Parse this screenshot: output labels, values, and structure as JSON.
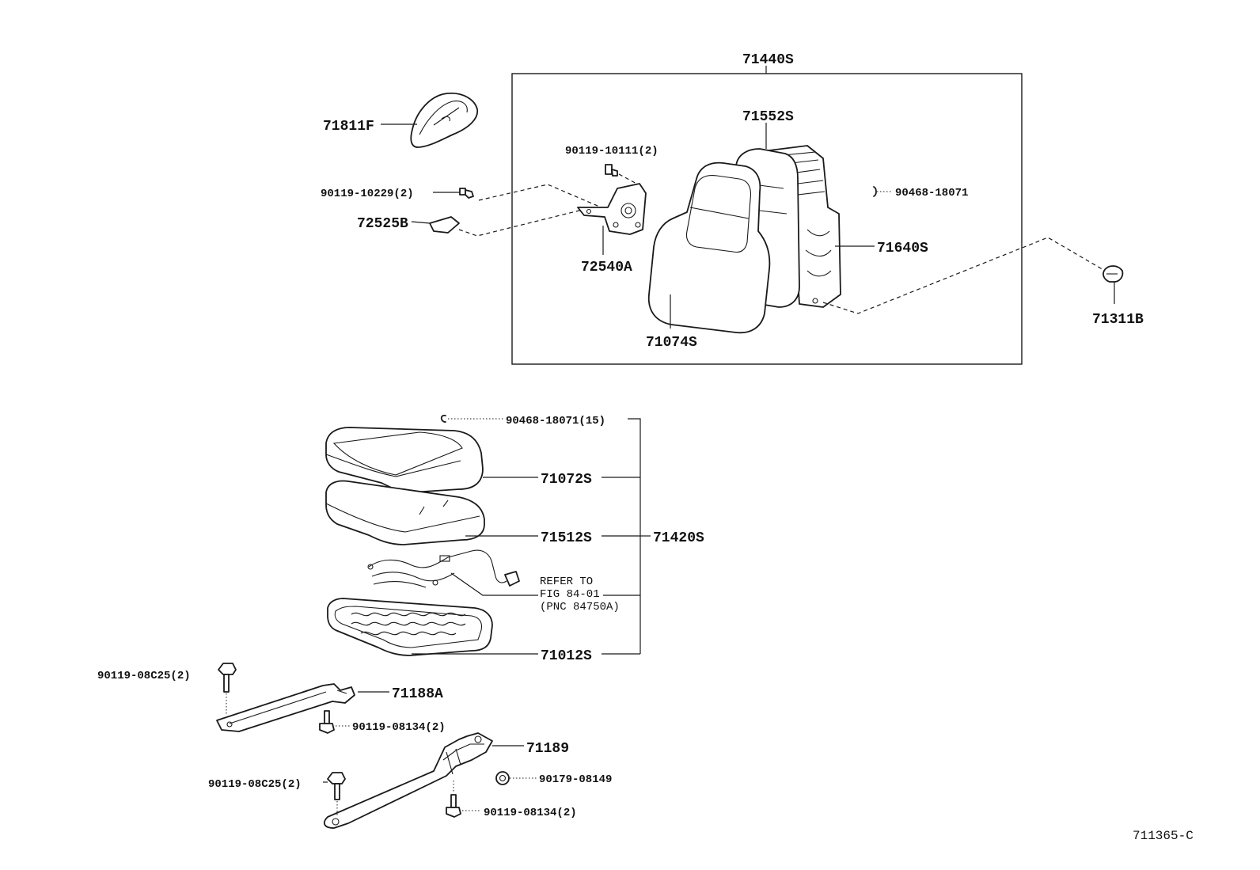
{
  "labels": {
    "seatback_assy": "71440S",
    "headrest": "71811F",
    "screw_cover": "90119-10229(2)",
    "cover_72525b": "72525B",
    "hinge_screw": "90119-10111(2)",
    "hinge": "72540A",
    "back_pad": "71552S",
    "back_cover": "71074S",
    "hog_ring_back": "90468-18071",
    "back_frame": "71640S",
    "knob": "71311B",
    "hog_ring_cushion": "90468-18071(15)",
    "cushion_cover": "71072S",
    "cushion_pad": "71512S",
    "cushion_assy": "71420S",
    "refer_line1": "REFER TO",
    "refer_line2": "FIG 84-01",
    "refer_line3": "(PNC 84750A)",
    "cushion_frame": "71012S",
    "bolt_upper": "90119-08C25(2)",
    "track_71188a": "71188A",
    "bolt_08134_upper": "90119-08134(2)",
    "track_71189": "71189",
    "nut": "90179-08149",
    "bolt_lower": "90119-08C25(2)",
    "bolt_08134_lower": "90119-08134(2)",
    "figure_code": "711365-C"
  }
}
